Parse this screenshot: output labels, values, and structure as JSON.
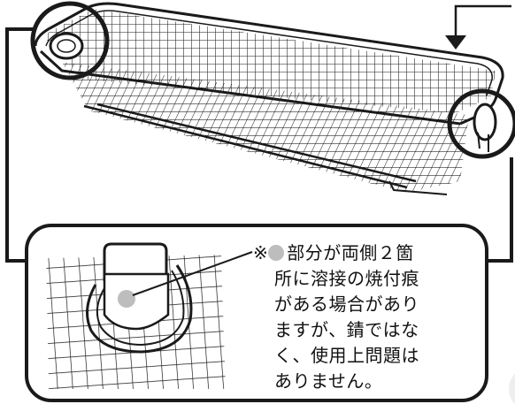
{
  "note": {
    "mark": "※",
    "marker_icon": "gray-dot-icon",
    "lines": [
      "部分が両側２箇",
      "所に溶接の焼付痕",
      "がある場合があり",
      "ますが、錆ではな",
      "く、使用上問題は",
      "ありません。"
    ]
  },
  "colors": {
    "line": "#1a1a1a",
    "marker_gray": "#bdbdbd",
    "background": "#ffffff"
  }
}
